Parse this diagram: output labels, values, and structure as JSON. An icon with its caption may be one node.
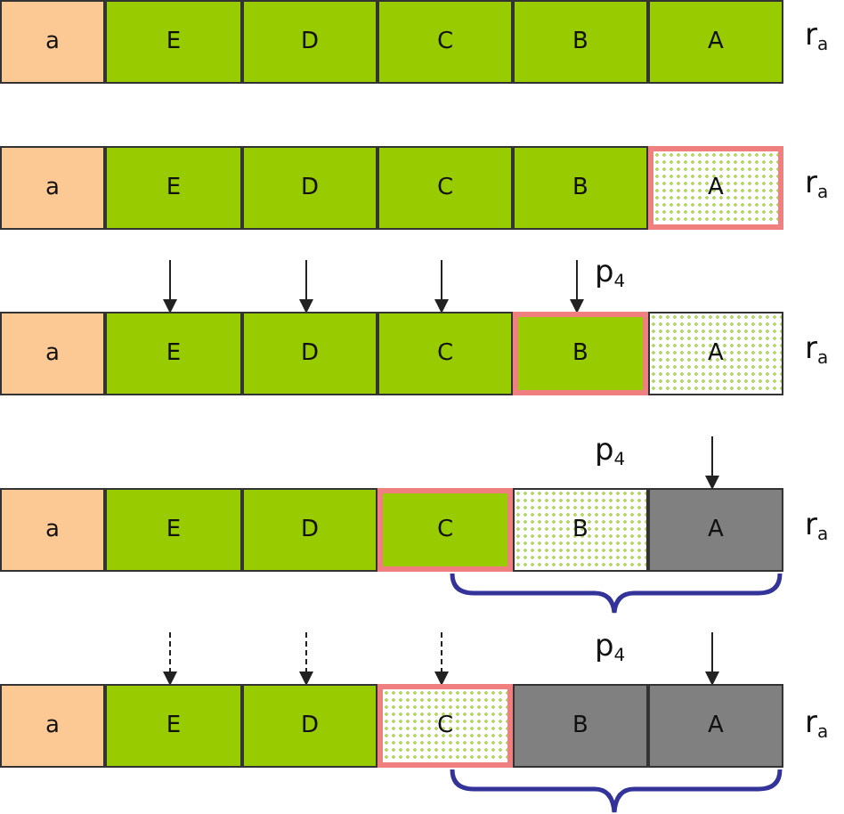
{
  "diagram": {
    "nodes": [
      {
        "text": [
          "a"
        ]
      },
      {
        "text": [
          "E"
        ]
      },
      {
        "text": [
          "D"
        ]
      },
      {
        "text": [
          "C"
        ]
      },
      {
        "text": [
          "B"
        ]
      },
      {
        "text": [
          "A"
        ]
      },
      {
        "text": [
          "a"
        ]
      },
      {
        "text": [
          "E"
        ]
      },
      {
        "text": [
          "D"
        ]
      },
      {
        "text": [
          "C"
        ]
      },
      {
        "text": [
          "B"
        ]
      },
      {
        "text": [
          "A"
        ]
      },
      {
        "text": [
          "a"
        ]
      },
      {
        "text": [
          "E"
        ]
      },
      {
        "text": [
          "D"
        ]
      },
      {
        "text": [
          "C"
        ]
      },
      {
        "text": [
          "B"
        ]
      },
      {
        "text": [
          "A"
        ]
      },
      {
        "text": [
          "a"
        ]
      },
      {
        "text": [
          "E"
        ]
      },
      {
        "text": [
          "D"
        ]
      },
      {
        "text": [
          "C"
        ]
      },
      {
        "text": [
          "B"
        ]
      },
      {
        "text": [
          "A"
        ]
      },
      {
        "text": [
          "a"
        ]
      },
      {
        "text": [
          "E"
        ]
      },
      {
        "text": [
          "D"
        ]
      },
      {
        "text": [
          "C"
        ]
      },
      {
        "text": [
          "B"
        ]
      },
      {
        "text": [
          "A"
        ]
      }
    ],
    "edges": [
      {
        "from": null,
        "to": 13,
        "arrow": "to"
      },
      {
        "from": null,
        "to": 14,
        "arrow": "to"
      },
      {
        "from": null,
        "to": 15,
        "arrow": "to"
      },
      {
        "from": null,
        "to": 16,
        "arrow": "to"
      },
      {
        "from": null,
        "to": 23,
        "arrow": "to"
      },
      {
        "from": null,
        "to": 25,
        "arrow": "to",
        "style": "dashed"
      },
      {
        "from": null,
        "to": 26,
        "arrow": "to",
        "style": "dashed"
      },
      {
        "from": null,
        "to": 27,
        "arrow": "to",
        "style": "dashed"
      },
      {
        "from": null,
        "to": 29,
        "arrow": "to"
      }
    ],
    "labels": [
      "r$_{a}$",
      "r$_{a}$",
      "p$_{4}$",
      "r$_{a}$",
      "p$_{4}$",
      "r$_{a}$",
      "p$_{4}$",
      "r$_{a}$"
    ]
  }
}
